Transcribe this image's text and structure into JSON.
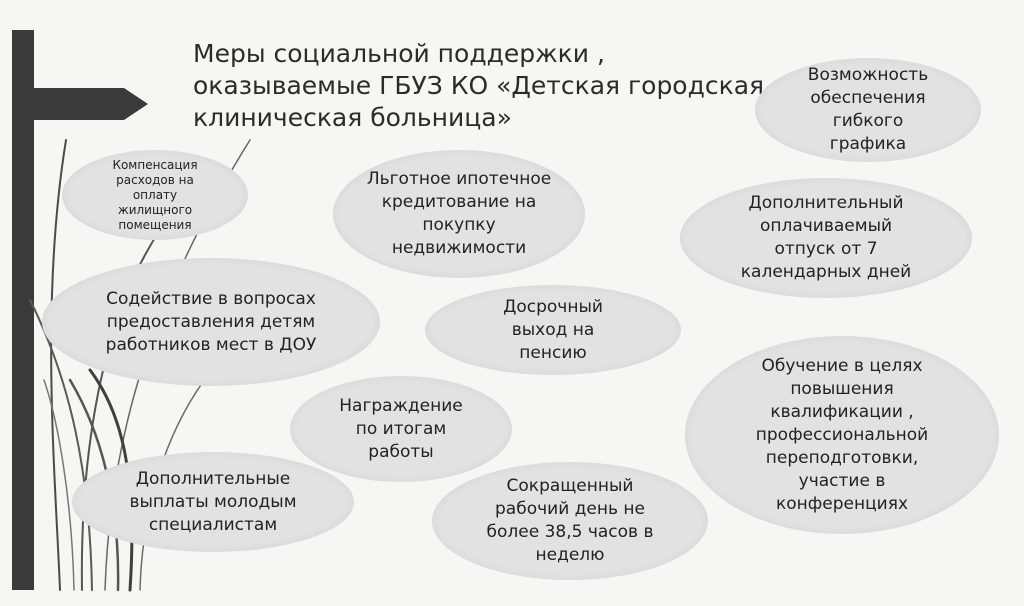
{
  "title_lines": [
    "Меры  социальной поддержки ,",
    "оказываемые ГБУЗ КО «Детская городская",
    "клиническая больница»"
  ],
  "bubbles": {
    "housing_compensation": "Компенсация расходов на оплату жилищного помещения",
    "mortgage": "Льготное ипотечное кредитование на покупку недвижимости",
    "flexible_schedule": "Возможность обеспечения гибкого графика",
    "extra_leave": "Дополнительный оплачиваемый отпуск от 7 календарных дней",
    "kindergarten": "Содействие в вопросах предоставления детям работников мест в ДОУ",
    "early_retirement": "Досрочный выход на пенсию",
    "training": "Обучение в целях повышения квалификации , профессиональной переподготовки, участие в конференциях",
    "awards": "Награждение по итогам работы",
    "young_specialists": "Дополнительные выплаты молодым специалистам",
    "short_day": "Сокращенный рабочий день  не более 38,5 часов в неделю"
  }
}
